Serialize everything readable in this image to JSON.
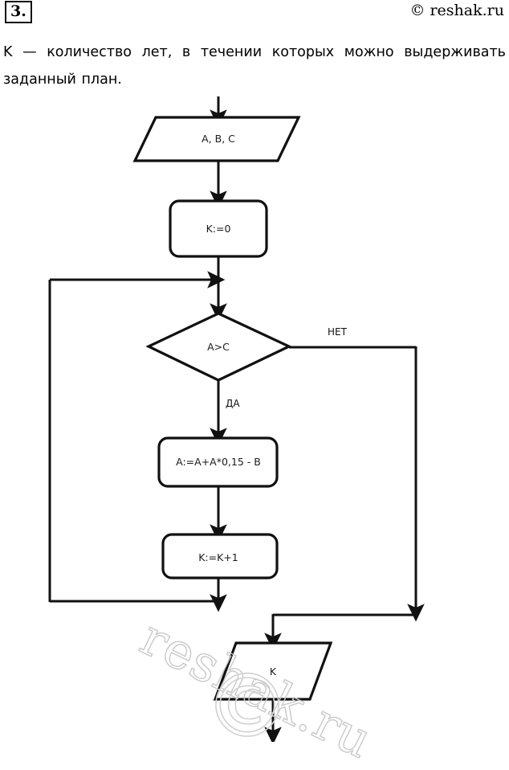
{
  "header": {
    "task_number": "3.",
    "copyright": "© reshak.ru"
  },
  "intro": {
    "text": "K — количество лет, в течении которых можно выдерживать заданный план."
  },
  "watermark": {
    "word": "reshak.ru",
    "mark": "©"
  },
  "flowchart": {
    "nodes": {
      "input": {
        "label": "A, B, C",
        "shape": "parallelogram"
      },
      "init": {
        "label": "K:=0",
        "shape": "process"
      },
      "decision": {
        "label": "A>C",
        "shape": "diamond"
      },
      "update_a": {
        "label": "A:=A+A*0,15 - B",
        "shape": "process"
      },
      "update_k": {
        "label": "K:=K+1",
        "shape": "process"
      },
      "output": {
        "label": "K",
        "shape": "parallelogram"
      }
    },
    "branch_labels": {
      "yes": "ДА",
      "no": "НЕТ"
    },
    "colors": {
      "stroke": "#111111",
      "fill": "#ffffff",
      "watermark": "#c9c9c9"
    }
  }
}
